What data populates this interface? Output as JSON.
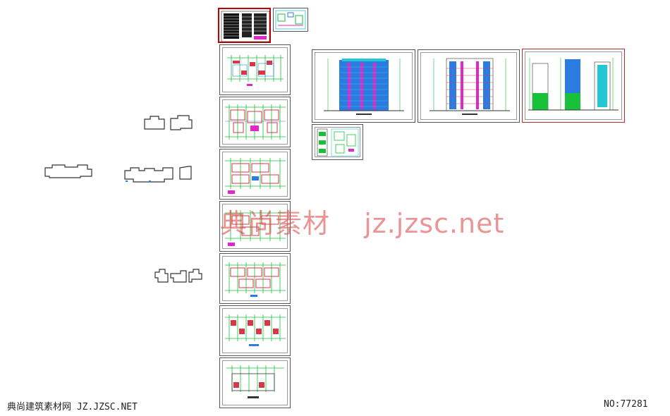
{
  "watermark": {
    "cn": "典尚素材",
    "url": "jz.jzsc.net"
  },
  "footer": {
    "site_label": "典尚建筑素材网 JZ.JZSC.NET",
    "number_label": "NO:77281"
  },
  "colors": {
    "sheet_border": "#555555",
    "highlight_border": "#c00000",
    "plan_green": "#17c23a",
    "plan_red": "#d9364a",
    "plan_magenta": "#e028c8",
    "elev_blue": "#2c7be0",
    "elev_cyan": "#22c7d6",
    "watermark": "#dc3c3c"
  }
}
